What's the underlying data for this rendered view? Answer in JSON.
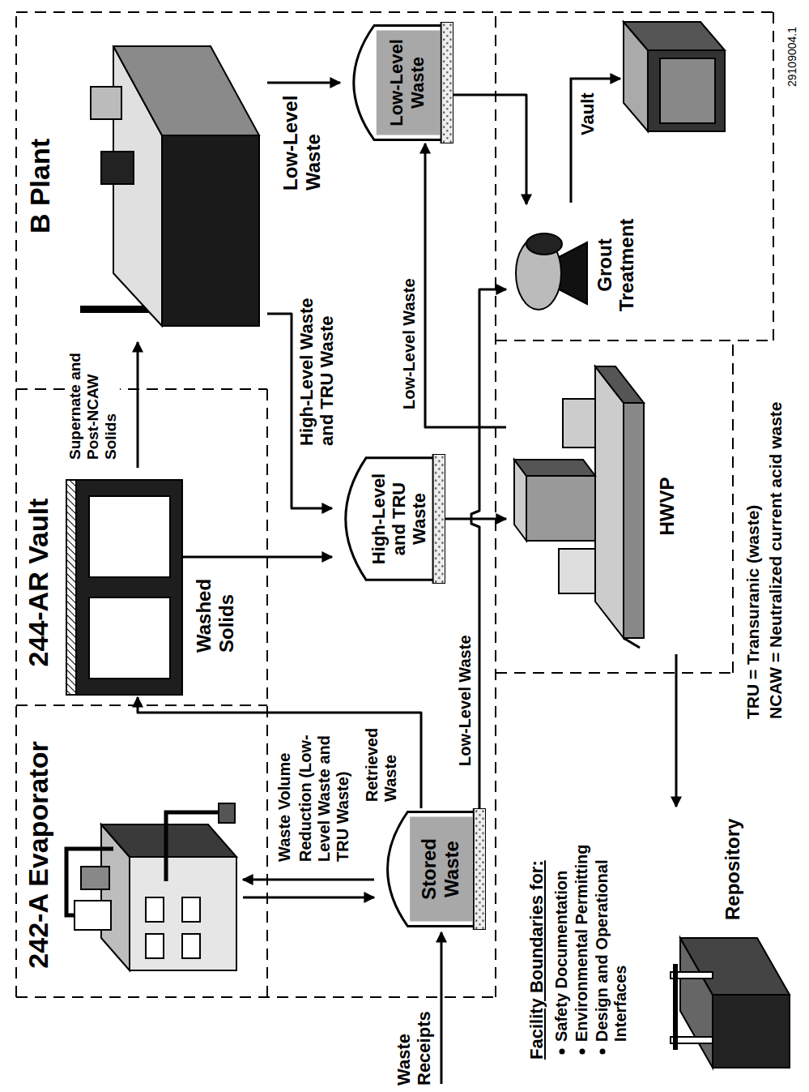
{
  "diagram": {
    "nodes": [
      {
        "text": [
          "242-A Evaporator"
        ]
      },
      {
        "text": [
          "244-AR Vault"
        ]
      },
      {
        "text": [
          "B Plant"
        ]
      },
      {
        "text": [
          "Stored Waste"
        ]
      },
      {
        "text": [
          "High-Level and TRU Waste"
        ]
      },
      {
        "text": [
          "Low-Level Waste"
        ]
      },
      {
        "text": [
          "HWVP"
        ]
      },
      {
        "text": [
          "Grout Treatment"
        ]
      },
      {
        "text": [
          "Repository"
        ]
      }
    ],
    "edges": [
      {
        "from": 0,
        "to": 3,
        "label": "Waste Volume",
        "arrow": "to"
      },
      {
        "from": 3,
        "to": 0,
        "label": "Reduction (Low-Level Waste and TRU Waste)",
        "arrow": "to"
      },
      {
        "from": 3,
        "to": 1,
        "label": "Retrieved Waste",
        "arrow": "to"
      },
      {
        "from": 1,
        "to": 4,
        "label": "Washed Solids",
        "arrow": "to"
      },
      {
        "from": 1,
        "to": 2,
        "label": "Supernate and Post-NCAW Solids",
        "arrow": "to"
      },
      {
        "from": 2,
        "to": 4,
        "label": "High-Level Waste and TRU Waste",
        "arrow": "to"
      },
      {
        "from": 2,
        "to": 5,
        "label": "Low-Level Waste",
        "arrow": "to"
      },
      {
        "from": 4,
        "to": 6,
        "arrow": "to"
      },
      {
        "from": 3,
        "to": 7,
        "label": "Low-Level Waste",
        "arrow": "to"
      },
      {
        "from": 6,
        "to": 5,
        "label": "Low-Level Waste",
        "arrow": "to"
      },
      {
        "from": 5,
        "to": 7,
        "arrow": "to"
      },
      {
        "from": 6,
        "to": 8,
        "arrow": "to"
      }
    ],
    "labels": [
      "Waste Receipts",
      "Vault",
      "Facility Boundaries for:",
      "Safety Documentation",
      "Environmental Permitting",
      "Design and Operational Interfaces",
      "TRU = Transuranic (waste)",
      "NCAW = Neutralized current acid waste",
      "29109004.1"
    ]
  }
}
